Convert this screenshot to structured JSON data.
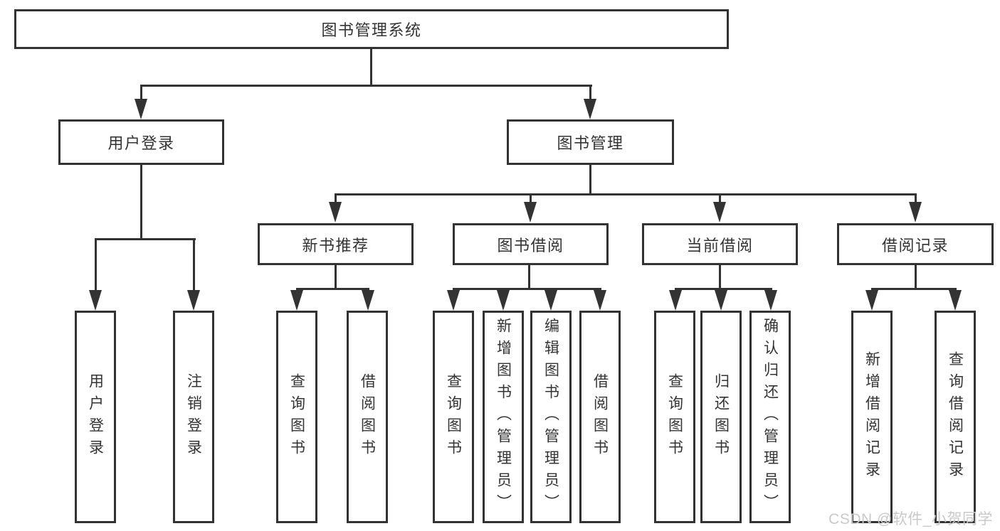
{
  "root": {
    "label": "图书管理系统"
  },
  "level2": [
    {
      "label": "用户登录"
    },
    {
      "label": "图书管理"
    }
  ],
  "level3": [
    {
      "label": "新书推荐"
    },
    {
      "label": "图书借阅"
    },
    {
      "label": "当前借阅"
    },
    {
      "label": "借阅记录"
    }
  ],
  "leaves": {
    "user_login": [
      "用户登录",
      "注销登录"
    ],
    "new_book_recommend": [
      "查询图书",
      "借阅图书"
    ],
    "book_borrow": [
      "查询图书",
      "新增图书（管理员）",
      "编辑图书（管理员）",
      "借阅图书"
    ],
    "current_borrow": [
      "查询图书",
      "归还图书",
      "确认归还（管理员）"
    ],
    "borrow_record": [
      "新增借阅记录",
      "查询借阅记录"
    ]
  },
  "watermark": "CSDN @软件_小贺同学",
  "colors": {
    "line": "#333333",
    "text": "#333333",
    "watermark": "#c9c9c9",
    "background": "#ffffff"
  }
}
